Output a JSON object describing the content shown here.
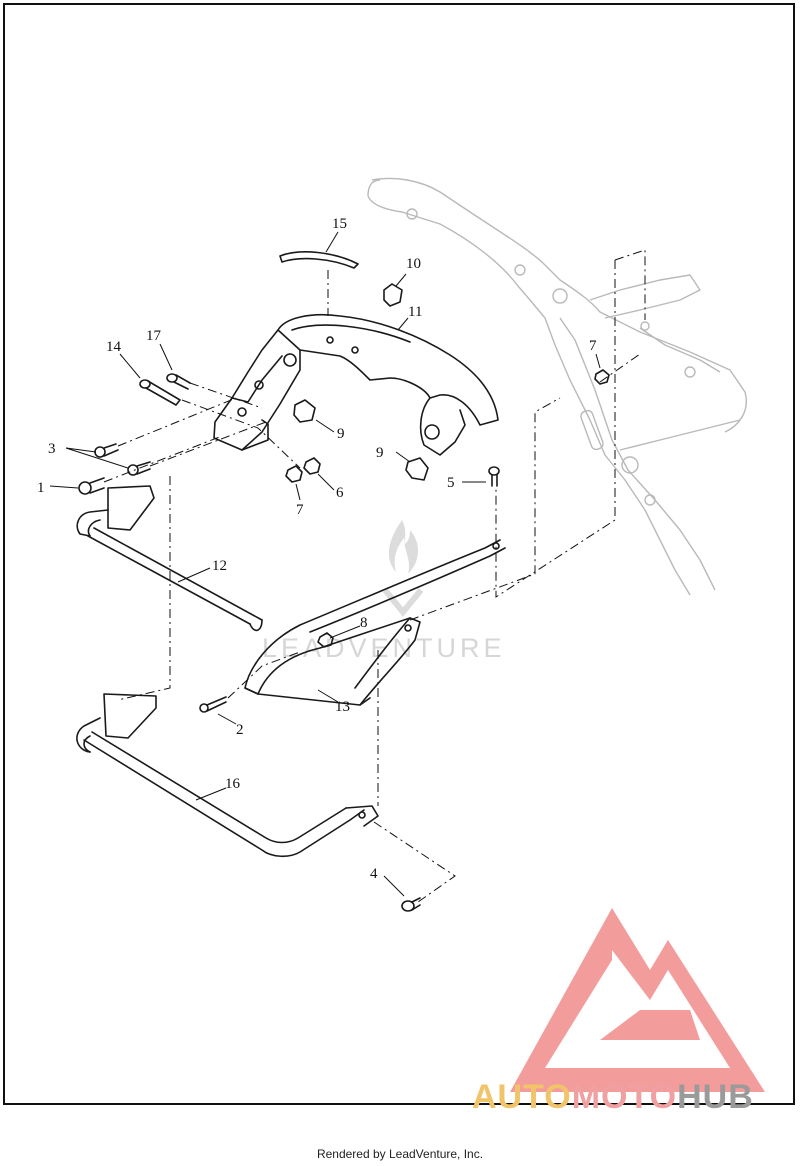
{
  "callouts": [
    "1",
    "2",
    "3",
    "4",
    "5",
    "6",
    "7",
    "7",
    "8",
    "9",
    "9",
    "10",
    "11",
    "12",
    "13",
    "14",
    "15",
    "16",
    "17"
  ],
  "watermark": {
    "text": "LEADVENTURE",
    "icon": "flame-icon"
  },
  "brand": {
    "part1": "AUTO",
    "part2": "MOTO",
    "part3": "HUB",
    "colors": {
      "part1": "#f2c46a",
      "part2": "#f0a0a0",
      "part3": "#9a9a9a",
      "logo": "#f28b8b"
    }
  },
  "footer": {
    "text": "Rendered by LeadVenture, Inc."
  }
}
